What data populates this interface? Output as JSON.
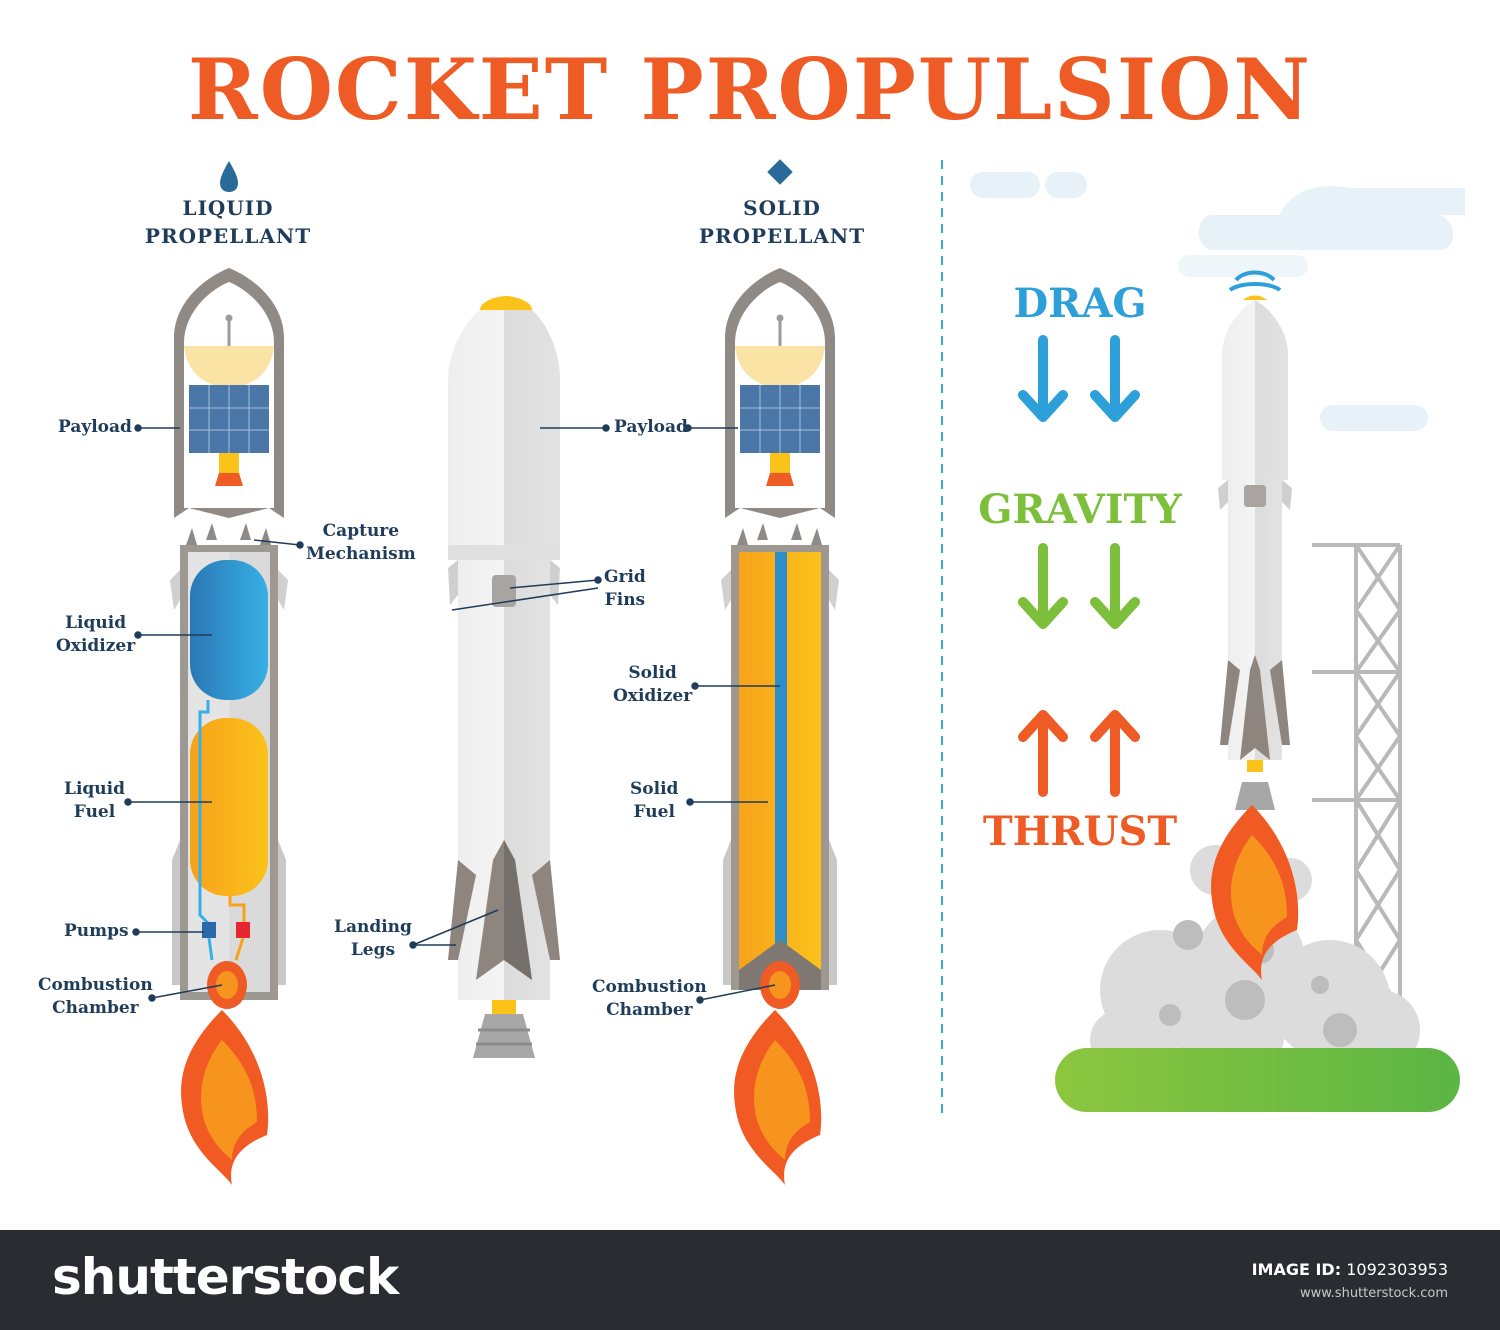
{
  "title": "ROCKET PROPULSION",
  "sections": {
    "liquid": {
      "line1": "LIQUID",
      "line2": "PROPELLANT"
    },
    "solid": {
      "line1": "SOLID",
      "line2": "PROPELLANT"
    }
  },
  "labels": {
    "payload_left": "Payload",
    "capture_1": "Capture",
    "capture_2": "Mechanism",
    "liquid_oxidizer_1": "Liquid",
    "liquid_oxidizer_2": "Oxidizer",
    "liquid_fuel_1": "Liquid",
    "liquid_fuel_2": "Fuel",
    "pumps": "Pumps",
    "combustion_left_1": "Combustion",
    "combustion_left_2": "Chamber",
    "grid_fins_1": "Grid",
    "grid_fins_2": "Fins",
    "landing_legs_1": "Landing",
    "landing_legs_2": "Legs",
    "payload_right": "Payload",
    "solid_oxidizer_1": "Solid",
    "solid_oxidizer_2": "Oxidizer",
    "solid_fuel_1": "Solid",
    "solid_fuel_2": "Fuel",
    "combustion_right_1": "Combustion",
    "combustion_right_2": "Chamber"
  },
  "forces": {
    "drag": "DRAG",
    "gravity": "GRAVITY",
    "thrust": "THRUST"
  },
  "colors": {
    "title": "#ee5b24",
    "label": "#1f3c5a",
    "drag": "#2d9fd9",
    "gravity": "#7cbf3a",
    "thrust": "#ee5b24",
    "oxidizer": "#2d8fc9",
    "fuel": "#f7a81b",
    "ground": "#74bf3e"
  },
  "footer": {
    "brand": "shutterstock",
    "image_id_label": "IMAGE ID:",
    "image_id": "1092303953",
    "site": "www.shutterstock.com"
  }
}
